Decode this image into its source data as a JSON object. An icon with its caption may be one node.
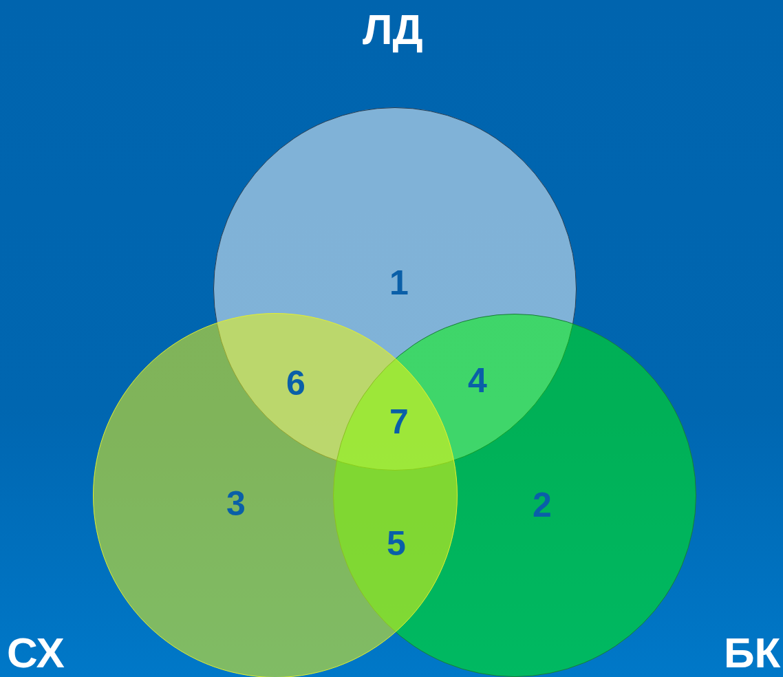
{
  "diagram": {
    "nodes": [
      {
        "text": [
          "1"
        ],
        "beside": [
          "ЛД"
        ]
      },
      {
        "text": [
          "2"
        ],
        "beside": [
          "БК"
        ]
      },
      {
        "text": [
          "3"
        ],
        "beside": [
          "СХ"
        ]
      }
    ],
    "labels": [
      "6",
      "4",
      "7",
      "5"
    ]
  }
}
